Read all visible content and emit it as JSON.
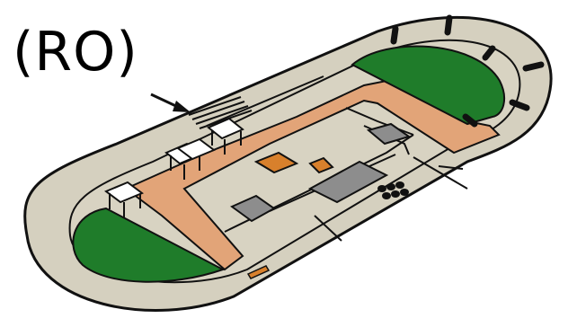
{
  "label": {
    "text": "(RO)"
  },
  "colors": {
    "outer_ring": "#d5d0bf",
    "inner_ground": "#d8d3c2",
    "grass": "#1f7c2a",
    "road": "#e2a478",
    "building": "#8d8d8d",
    "orange_block": "#d8802c",
    "outline": "#111111"
  },
  "parts": {
    "tent_count": 4,
    "dark_post_count": 6,
    "tire_count": 6
  }
}
